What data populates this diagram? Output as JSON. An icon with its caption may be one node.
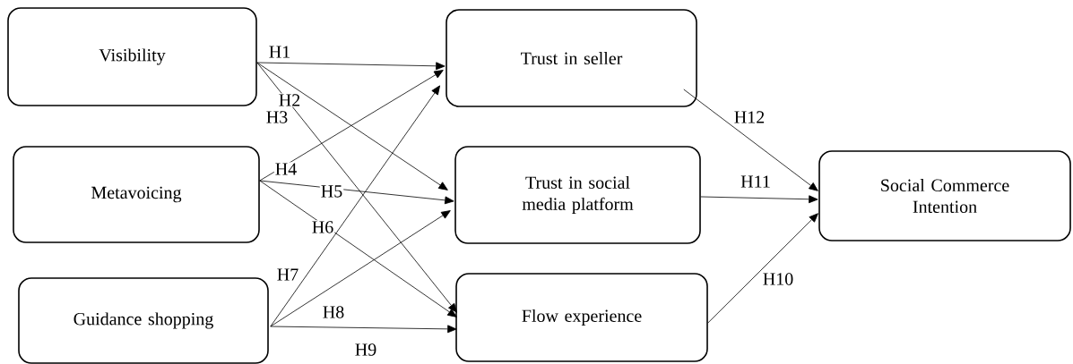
{
  "diagram": {
    "nodes": [
      {
        "text": [
          "Visibility"
        ]
      },
      {
        "text": [
          "Metavoicing"
        ]
      },
      {
        "text": [
          "Guidance shopping"
        ]
      },
      {
        "text": [
          "Trust in seller"
        ]
      },
      {
        "text": [
          "Trust in social media platform"
        ]
      },
      {
        "text": [
          "Flow experience"
        ]
      },
      {
        "text": [
          "Social Commerce Intention"
        ]
      }
    ],
    "edges": [
      {
        "from": 0,
        "to": 3,
        "arrow": "to",
        "label": "H1"
      },
      {
        "from": 0,
        "to": 4,
        "arrow": "to",
        "label": "H2"
      },
      {
        "from": 0,
        "to": 5,
        "arrow": "to",
        "label": "H3"
      },
      {
        "from": 1,
        "to": 3,
        "arrow": "to",
        "label": "H4"
      },
      {
        "from": 1,
        "to": 4,
        "arrow": "to",
        "label": "H5"
      },
      {
        "from": 1,
        "to": 5,
        "arrow": "to",
        "label": "H6"
      },
      {
        "from": 2,
        "to": 3,
        "arrow": "to",
        "label": "H7"
      },
      {
        "from": 2,
        "to": 4,
        "arrow": "to",
        "label": "H8"
      },
      {
        "from": 2,
        "to": 5,
        "arrow": "to",
        "label": "H9"
      },
      {
        "from": 5,
        "to": 6,
        "arrow": "to",
        "label": "H10"
      },
      {
        "from": 4,
        "to": 6,
        "arrow": "to",
        "label": "H11"
      },
      {
        "from": 3,
        "to": 6,
        "arrow": "to",
        "label": "H12"
      }
    ]
  }
}
